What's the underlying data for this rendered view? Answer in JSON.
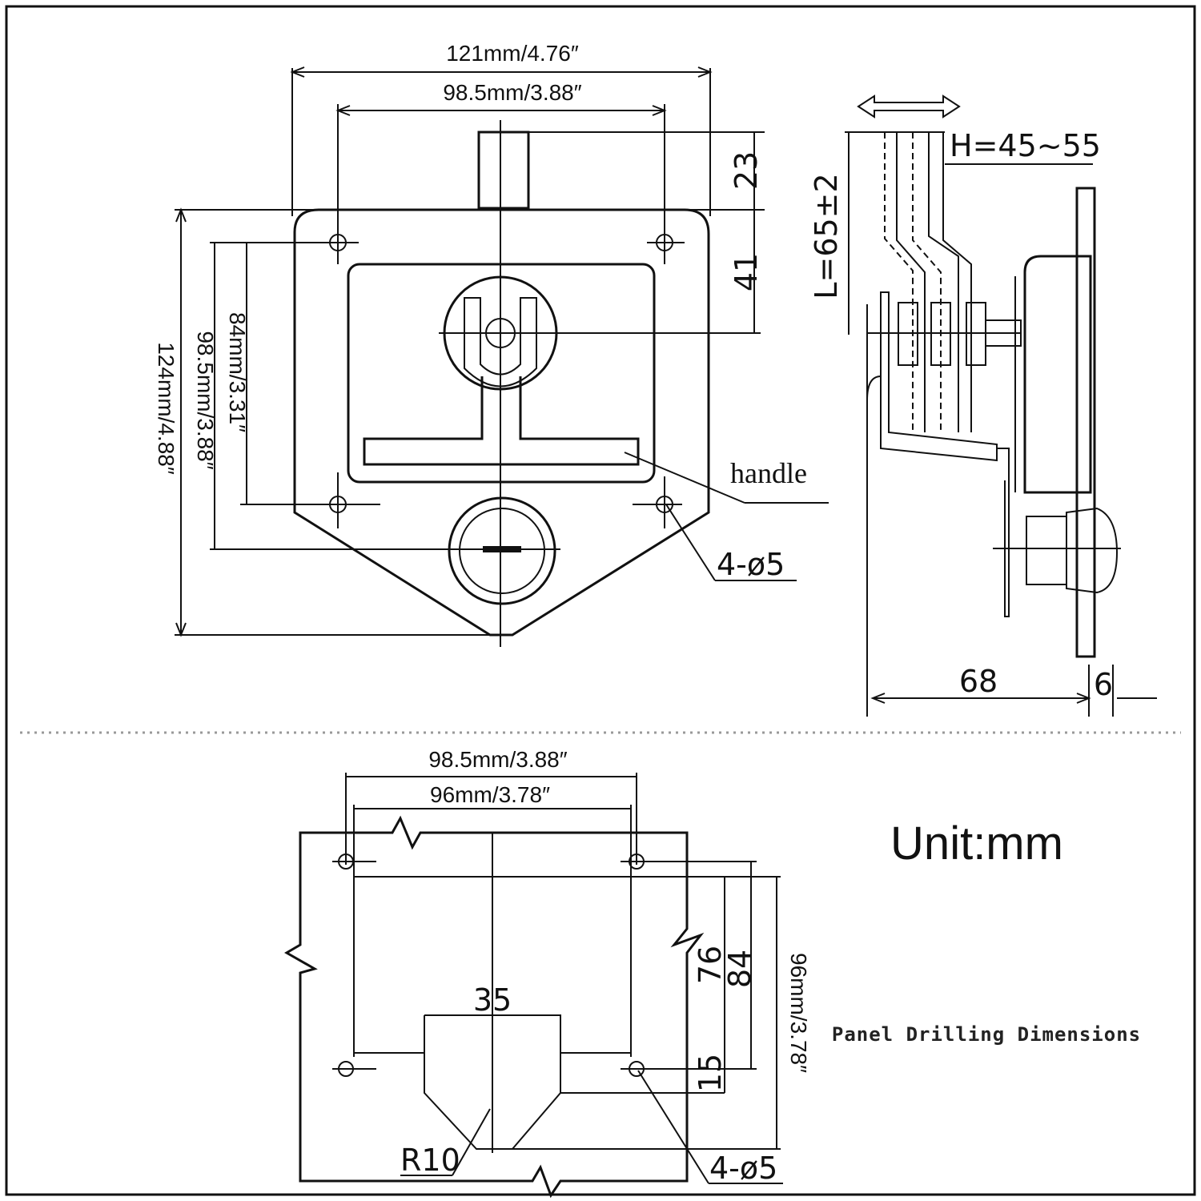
{
  "front_view": {
    "width_overall": "121mm/4.76″",
    "hole_spacing_horizontal": "98.5mm/3.88″",
    "height_overall": "124mm/4.88″",
    "hole_spacing_vertical_outer": "98.5mm/3.88″",
    "hole_spacing_vertical_inner": "84mm/3.31″",
    "handle_top_offset": "23",
    "handle_center_offset": "41",
    "handle_label": "handle",
    "holes_label": "4-ø5"
  },
  "side_view": {
    "adjust_height": "H=45~55",
    "adjust_length": "L=65±2",
    "depth": "68",
    "flange": "6"
  },
  "panel_drilling": {
    "title": "Panel Drilling Dimensions",
    "hole_spacing_outer": "98.5mm/3.88″",
    "cutout_width": "96mm/3.78″",
    "cutout_height": "96mm/3.78″",
    "dim_76": "76",
    "dim_84": "84",
    "dim_15": "15",
    "dim_35": "35",
    "radius": "R10",
    "holes_label": "4-ø5"
  },
  "unit_label": "Unit:mm"
}
